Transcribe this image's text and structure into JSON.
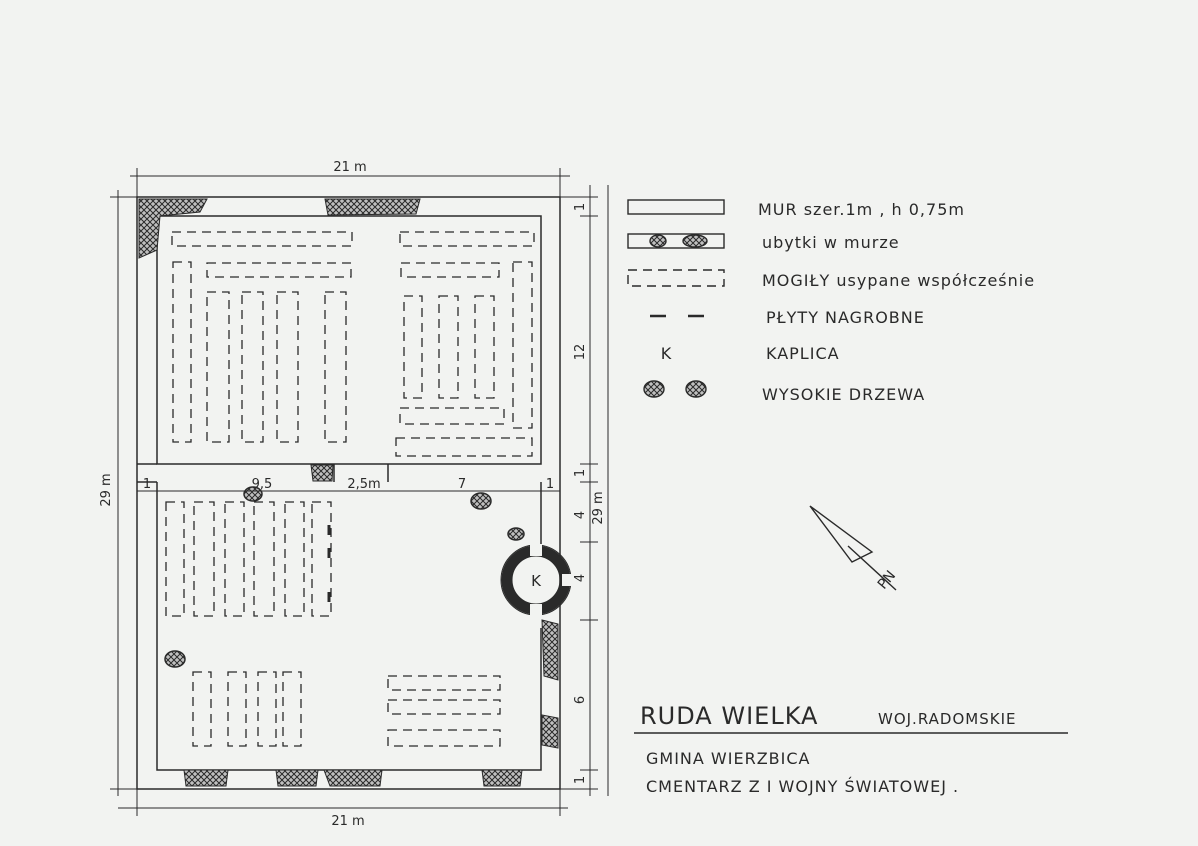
{
  "dims": {
    "top_width": "21 m",
    "bottom_width": "21 m",
    "left_height": "29 m",
    "right_height": "29 m",
    "wall_top": "1",
    "upper_section": "12",
    "wall_mid": "1",
    "seg_a": "4",
    "seg_b": "4",
    "seg_c": "6",
    "wall_bottom": "1",
    "mid_left_wall": "1",
    "mid_left": "9,5",
    "mid_gap": "2,5m",
    "mid_right": "7",
    "mid_right_wall": "1"
  },
  "chapel_label": "K",
  "north_label": "PN",
  "legend": [
    {
      "label": "MUR szer.1m , h 0,75m"
    },
    {
      "label": "ubytki w murze"
    },
    {
      "label": "MOGIŁY usypane współcześnie"
    },
    {
      "label": "PŁYTY NAGROBNE"
    },
    {
      "symbol": "K",
      "label": "KAPLICA"
    },
    {
      "label": "WYSOKIE DRZEWA"
    }
  ],
  "title": {
    "place": "RUDA WIELKA",
    "voivodeship": "WOJ.RADOMSKIE",
    "commune": "GMINA WIERZBICA",
    "subtitle": "CMENTARZ Z I WOJNY ŚWIATOWEJ ."
  },
  "colors": {
    "ink": "#2a2a2a",
    "paper": "#f2f3f1"
  }
}
